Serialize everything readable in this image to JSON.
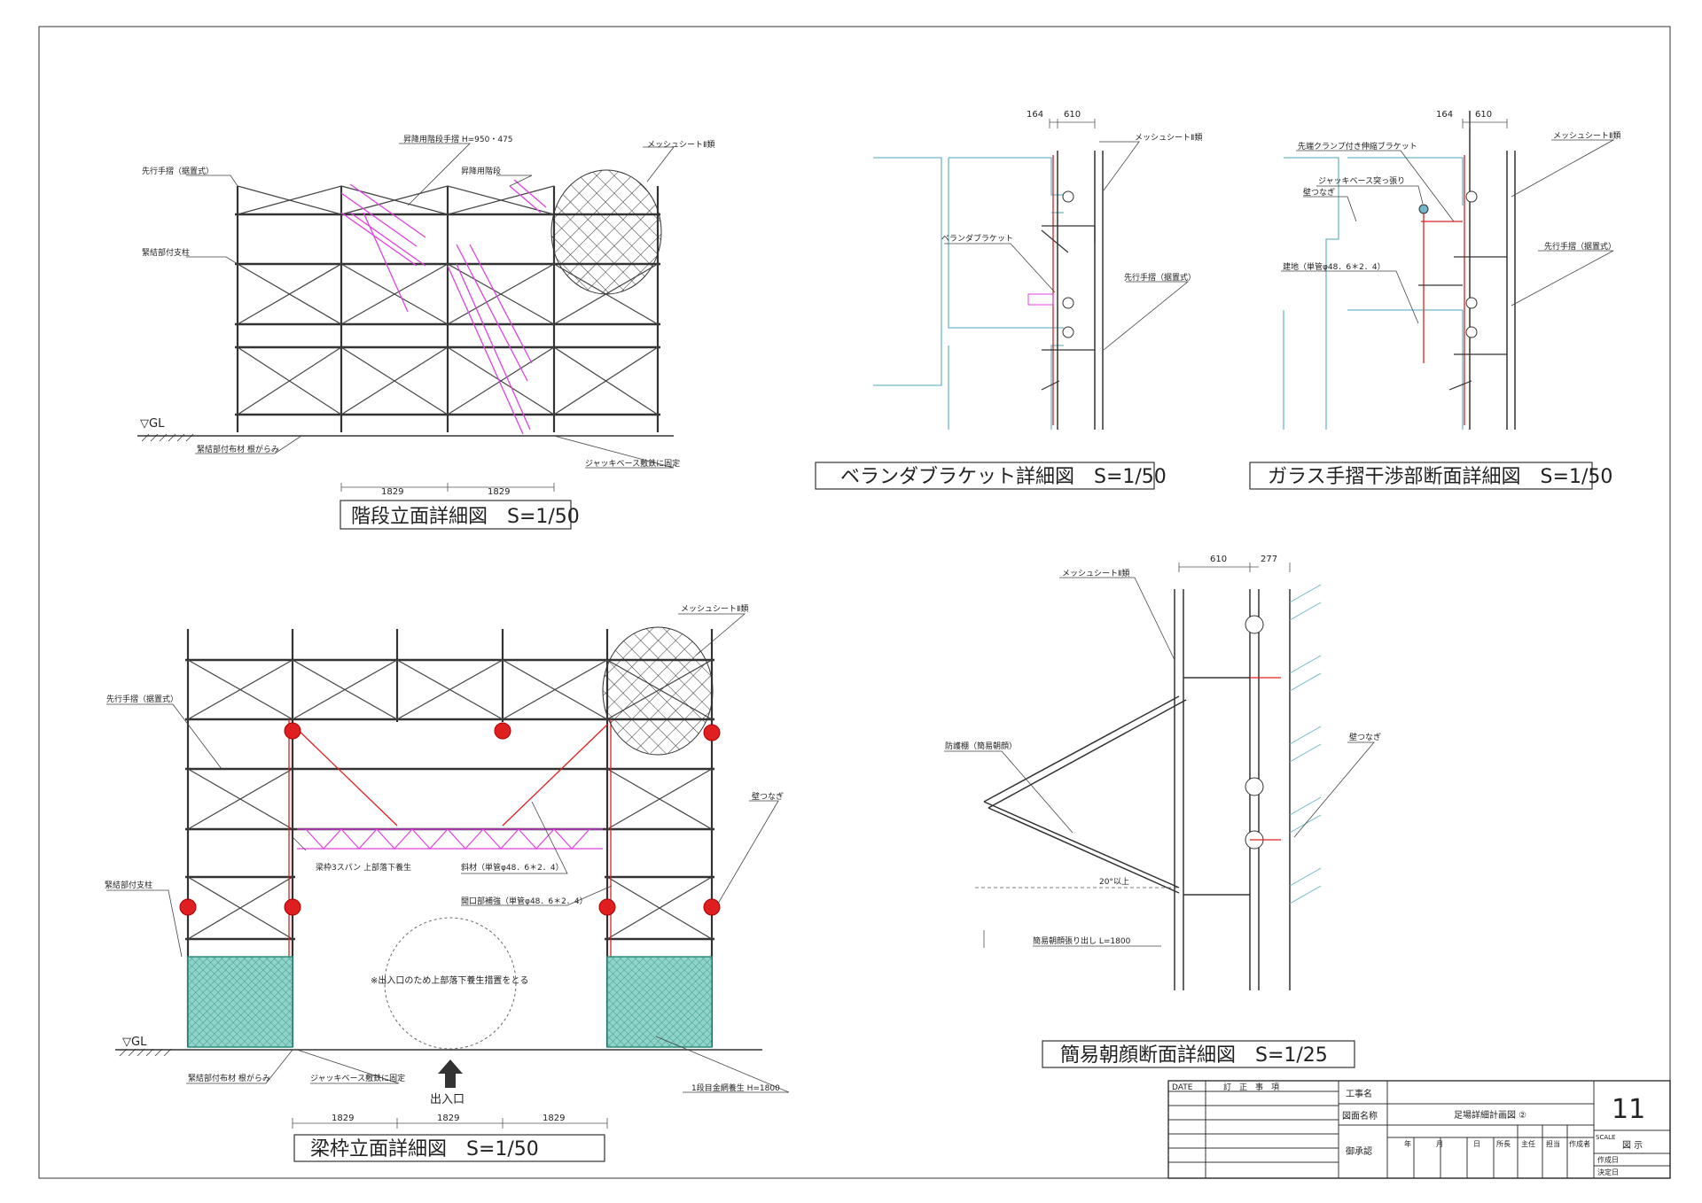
{
  "stair_detail": {
    "title": "階段立面詳細図　S=1/50",
    "labels": {
      "handrail_stair": "昇降用階段手摺 H=950・475",
      "stair": "昇降用階段",
      "mesh": "メッシュシートⅡ類",
      "advance_handrail": "先行手摺（据置式）",
      "tie_post": "緊結部付支柱",
      "tie_ledger": "緊結部付布材 根がらみ",
      "jack_base": "ジャッキベース敷鉄に固定",
      "gl": "▽GL"
    },
    "dims": [
      "1829",
      "1829"
    ]
  },
  "veranda_detail": {
    "title": "ベランダブラケット詳細図　S=1/50",
    "dims": [
      "164",
      "610"
    ],
    "labels": {
      "mesh": "メッシュシートⅡ類",
      "bracket": "ベランダブラケット",
      "advance_handrail": "先行手摺（据置式）"
    }
  },
  "glass_detail": {
    "title": "ガラス手摺干渉部断面詳細図　S=1/50",
    "dims": [
      "164",
      "610"
    ],
    "labels": {
      "clamp_bracket": "先端クランプ付き伸縮ブラケット",
      "jack_base": "ジャッキベース突っ張り",
      "wall_tie": "壁つなぎ",
      "mesh": "メッシュシートⅡ類",
      "advance_handrail": "先行手摺（据置式）",
      "pipe": "建地（単管φ48．6＊2．4）"
    }
  },
  "beam_detail": {
    "title": "梁枠立面詳細図　S=1/50",
    "labels": {
      "mesh": "メッシュシートⅡ類",
      "advance_handrail": "先行手摺（据置式）",
      "wall_tie": "壁つなぎ",
      "tie_post": "緊結部付支柱",
      "beam_span": "梁枠3スパン 上部落下養生",
      "diagonal": "斜材（単管φ48．6＊2．4）",
      "opening": "開口部補強（単管φ48．6＊2．4）",
      "note": "※出入口のため上部落下養生措置をとる",
      "tie_ledger": "緊結部付布材 根がらみ",
      "jack_base": "ジャッキベース敷鉄に固定",
      "net": "1段目金網養生 H=1800",
      "entrance": "出入口",
      "gl": "▽GL"
    },
    "dims": [
      "1829",
      "1829",
      "1829"
    ]
  },
  "canopy_detail": {
    "title": "簡易朝顔断面詳細図　S=1/25",
    "dims": [
      "610",
      "277"
    ],
    "labels": {
      "mesh": "メッシュシートⅡ類",
      "guard": "防護棚（簡易朝顔）",
      "wall_tie": "壁つなぎ",
      "angle": "20°以上",
      "projection": "簡易朝顔張り出し L=1800"
    }
  },
  "title_block": {
    "date": "DATE",
    "revision": "訂　正　事　項",
    "project_label": "工事名",
    "project_value": "",
    "drawing_label": "図面名称",
    "drawing_value": "足場詳細計画図 ②",
    "approval": "御承認",
    "year": "年",
    "month": "月",
    "day": "日",
    "director": "所長",
    "chief": "主任",
    "staff": "担当",
    "author": "作成者",
    "sheet_no": "11",
    "scale_label": "SCALE",
    "scale_value": "図 示",
    "created": "作成日",
    "decided": "決定日"
  },
  "colors": {
    "line": "#333333",
    "magenta": "#e040e0",
    "red": "#e02020",
    "cyan": "#6fb7c7",
    "teal_net": "#5fb6aa"
  }
}
